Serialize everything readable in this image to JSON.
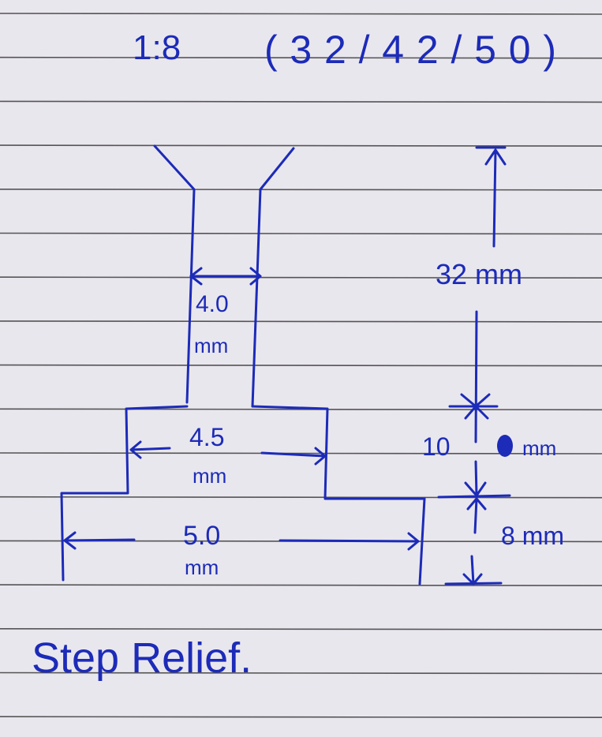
{
  "title": {
    "scale": "1:8",
    "ratios": "(32/42/50)"
  },
  "dimensions": {
    "top_width": "4.0",
    "top_width_unit": "mm",
    "mid_width": "4.5",
    "mid_width_unit": "mm",
    "bottom_width": "5.0",
    "bottom_width_unit": "mm",
    "top_height": "32 mm",
    "mid_height_value": "10",
    "mid_height_unit": "mm",
    "bottom_height": "8 mm"
  },
  "caption": "Step Relief.",
  "colors": {
    "ink": "#1c2bb8",
    "paper": "#e9e7ee",
    "rule": "#555555"
  }
}
